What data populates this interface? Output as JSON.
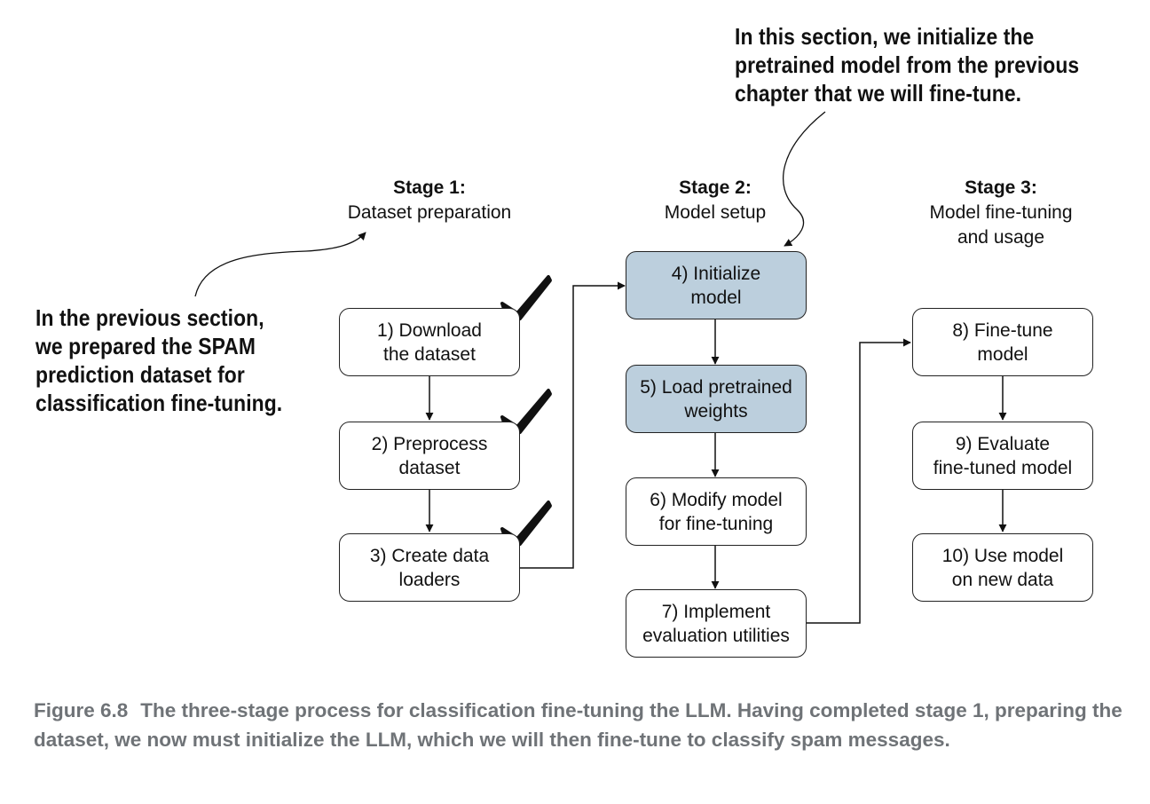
{
  "stages": [
    {
      "title": "Stage 1:",
      "subtitle": "Dataset preparation"
    },
    {
      "title": "Stage 2:",
      "subtitle": "Model setup"
    },
    {
      "title": "Stage 3:",
      "subtitle": "Model fine-tuning\nand usage"
    }
  ],
  "steps": [
    {
      "label": "1) Download\nthe dataset",
      "completed": true
    },
    {
      "label": "2) Preprocess\ndataset",
      "completed": true
    },
    {
      "label": "3) Create data\nloaders",
      "completed": true
    },
    {
      "label": "4) Initialize\nmodel",
      "highlighted": true
    },
    {
      "label": "5) Load pretrained\nweights",
      "highlighted": true
    },
    {
      "label": "6) Modify model\nfor fine-tuning"
    },
    {
      "label": "7) Implement\nevaluation utilities"
    },
    {
      "label": "8) Fine-tune\nmodel"
    },
    {
      "label": "9) Evaluate\nfine-tuned model"
    },
    {
      "label": "10) Use model\non new data"
    }
  ],
  "notes": {
    "left": "In the previous section,\nwe prepared the SPAM\nprediction dataset for\nclassification fine-tuning.",
    "top": "In this section, we initialize the\npretrained model from the previous\nchapter that we will fine-tune."
  },
  "caption": {
    "number": "Figure 6.8",
    "text": "The three-stage process for classification fine-tuning the LLM. Having completed stage 1, preparing the dataset, we now must initialize the LLM, which we will then fine-tune to classify spam messages."
  },
  "colors": {
    "highlight_fill": "#bccfdd",
    "caption_text": "#6f7377"
  }
}
